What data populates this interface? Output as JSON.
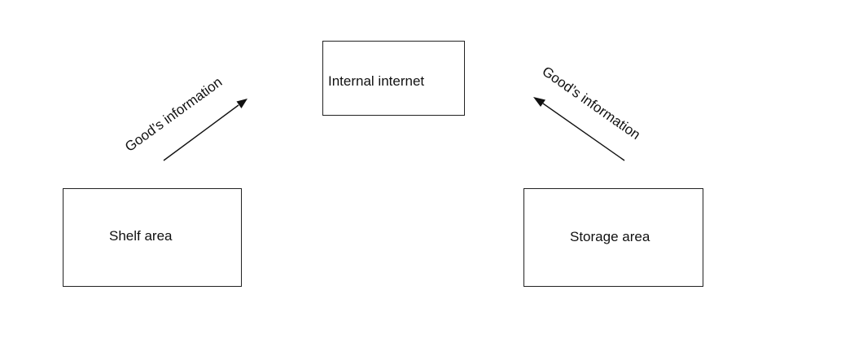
{
  "nodes": {
    "internal_internet": {
      "label": "Internal internet"
    },
    "shelf_area": {
      "label": "Shelf area"
    },
    "storage_area": {
      "label": "Storage area"
    }
  },
  "edges": [
    {
      "from": "shelf_area",
      "to": "internal_internet",
      "label": "Good’s information"
    },
    {
      "from": "storage_area",
      "to": "internal_internet",
      "label": "Good’s information"
    }
  ]
}
